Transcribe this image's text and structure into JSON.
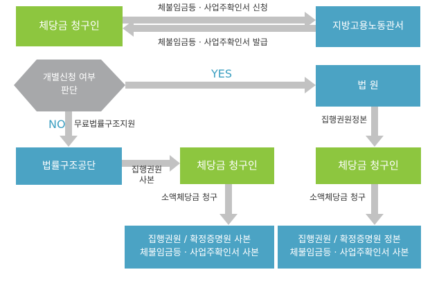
{
  "nodes": {
    "claimant_1": "체당금 청구인",
    "labor_office": "지방고용노동관서",
    "decision": "개별신청 여부\n판단",
    "court": "법 원",
    "legal_aid": "법률구조공단",
    "claimant_2": "체당금 청구인",
    "claimant_3": "체당금 청구인",
    "docs_1": "집행권원 / 확정증명원 사본\n체불임금등 · 사업주확인서 사본",
    "docs_2": "집행권원 / 확정증명원 정본\n체불임금등 · 사업주확인서 사본"
  },
  "edges": {
    "apply": "체불임금등 · 사업주확인서 신청",
    "issue": "체불임금등 · 사업주확인서 발급",
    "yes": "YES",
    "no": "NO",
    "free_legal_aid": "무료법률구조지원",
    "enforcement_title_copy": "집행권원\n사본",
    "enforcement_title_original": "집행권원정본",
    "small_claim_left": "소액체당금 청구",
    "small_claim_right": "소액체당금 청구"
  },
  "colors": {
    "green": "#8dc63f",
    "blue": "#4ba3c4",
    "arrow": "#c2c2c2",
    "yes_no_text": "#3a9ec0"
  }
}
